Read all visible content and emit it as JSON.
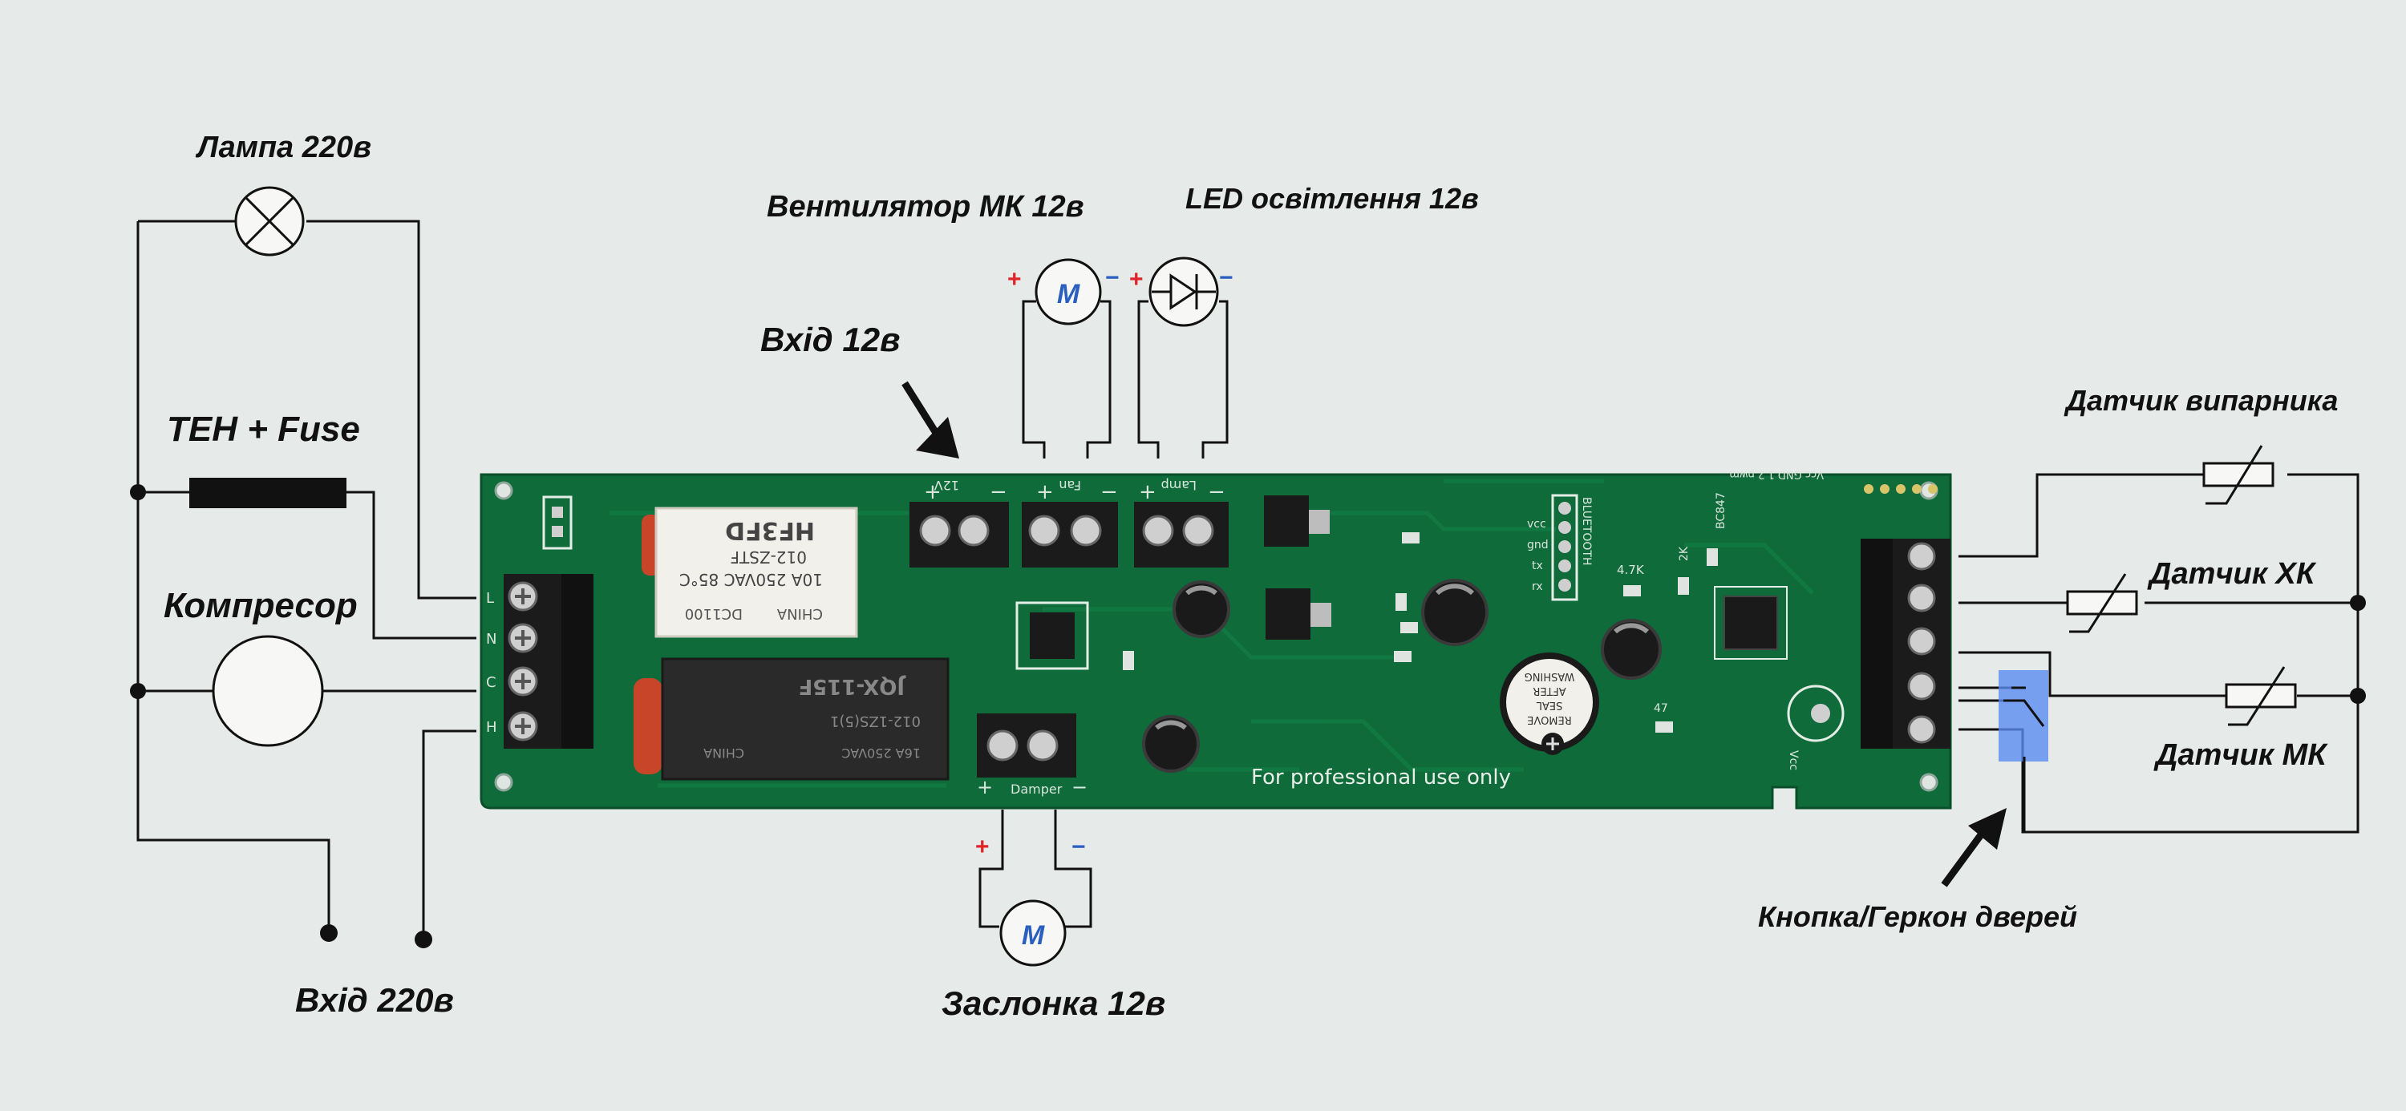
{
  "labels": {
    "lamp": "Лампа 220в",
    "heater": "ТЕН + Fuse",
    "compressor": "Компресор",
    "input_220": "Вхід 220в",
    "fan": "Вентилятор МК 12в",
    "led": "LED освітлення 12в",
    "input_12": "Вхід 12в",
    "damper": "Заслонка 12в",
    "evap_sensor": "Датчик випарника",
    "hk_sensor": "Датчик ХК",
    "mk_sensor": "Датчик МК",
    "door_button": "Кнопка/Геркон дверей"
  },
  "symbols": {
    "motor_letter": "M",
    "plus": "+",
    "minus": "−"
  },
  "board": {
    "footer_text": "For professional use only",
    "header_12v": "12V",
    "header_fan": "Fan",
    "header_lamp": "Lamp",
    "header_damper": "Damper",
    "bluetooth": "BLUETOOTH",
    "bt_pins": [
      "vcc",
      "gnd",
      "tx",
      "rx"
    ],
    "resistor_47k": "4.7K",
    "resistor_2k": "2K",
    "transistor": "BC847",
    "cap_47": "47",
    "side_pins": "Vcc GND 1 2 pwm",
    "relay1_model": "HF3FD",
    "relay1_sub": "012-ZSTF",
    "relay1_spec": "10A 250VAC  85°C",
    "relay1_code": "DC1100",
    "relay1_country": "CHINA",
    "relay2_model": "JQX-115F",
    "relay2_sub": "012-1ZS(5)1",
    "relay2_spec": "16A 250VAC",
    "relay2_country": "CHINA",
    "buzzer_text": [
      "REMOVE",
      "SEAL",
      "AFTER",
      "WASHING"
    ],
    "left_pins": [
      "L",
      "N",
      "C",
      "H"
    ],
    "vcc": "Vcc"
  },
  "colors": {
    "pcb": "#0f6b3a",
    "terminal": "#1b1b1b",
    "wire": "#111111",
    "positive": "#e0242a",
    "negative": "#2a5fc0",
    "reed_highlight": "#5b8cf0",
    "relay_white": "#f2f0ea",
    "relay_black": "#2a2a2a",
    "capacitor_orange": "#c8452a"
  }
}
